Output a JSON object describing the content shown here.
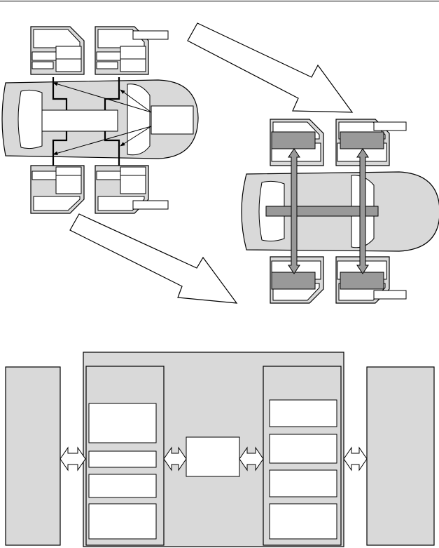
{
  "colors": {
    "outline": "#000000",
    "fill_light": "#d9d9d9",
    "fill_mid": "#999999",
    "fill_white": "#ffffff"
  },
  "icons": {
    "process_arrow": "big-diagonal-arrow",
    "bidirectional": "double-headed-arrow",
    "signal": "thin-arrow"
  }
}
